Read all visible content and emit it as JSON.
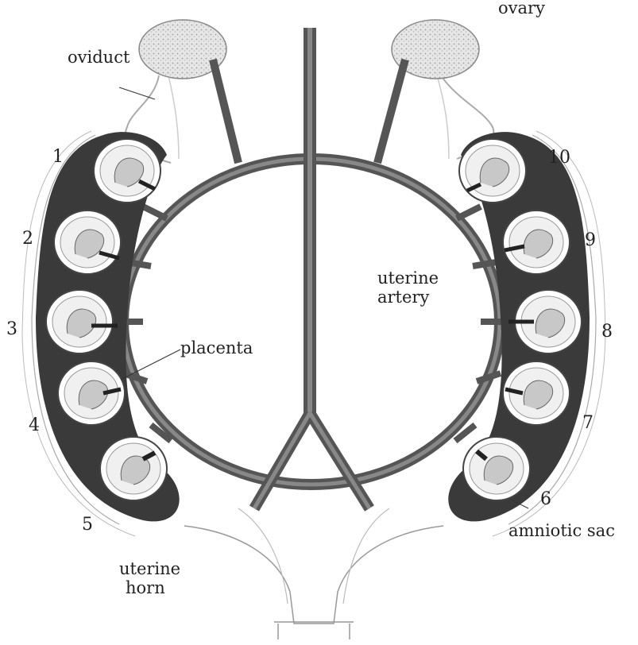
{
  "labels": {
    "ovary": "ovary",
    "oviduct": "oviduct",
    "uterine_artery_line1": "uterine",
    "uterine_artery_line2": "artery",
    "placenta": "placenta",
    "amniotic_sac": "amniotic sac",
    "uterine_horn_line1": "uterine",
    "uterine_horn_line2": "horn"
  },
  "embryo_numbers": [
    "1",
    "2",
    "3",
    "4",
    "5",
    "6",
    "7",
    "8",
    "9",
    "10"
  ]
}
